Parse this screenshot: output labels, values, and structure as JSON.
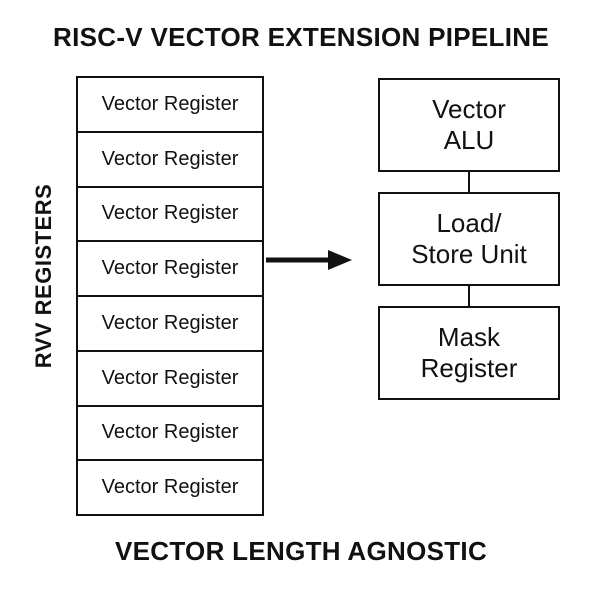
{
  "title": "RISC-V VECTOR EXTENSION PIPELINE",
  "side_label": "RVV REGISTERS",
  "registers": [
    "Vector Register",
    "Vector Register",
    "Vector Register",
    "Vector Register",
    "Vector Register",
    "Vector Register",
    "Vector Register",
    "Vector Register"
  ],
  "units": [
    "Vector\nALU",
    "Load/\nStore Unit",
    "Mask\nRegister"
  ],
  "footer": "VECTOR LENGTH AGNOSTIC"
}
